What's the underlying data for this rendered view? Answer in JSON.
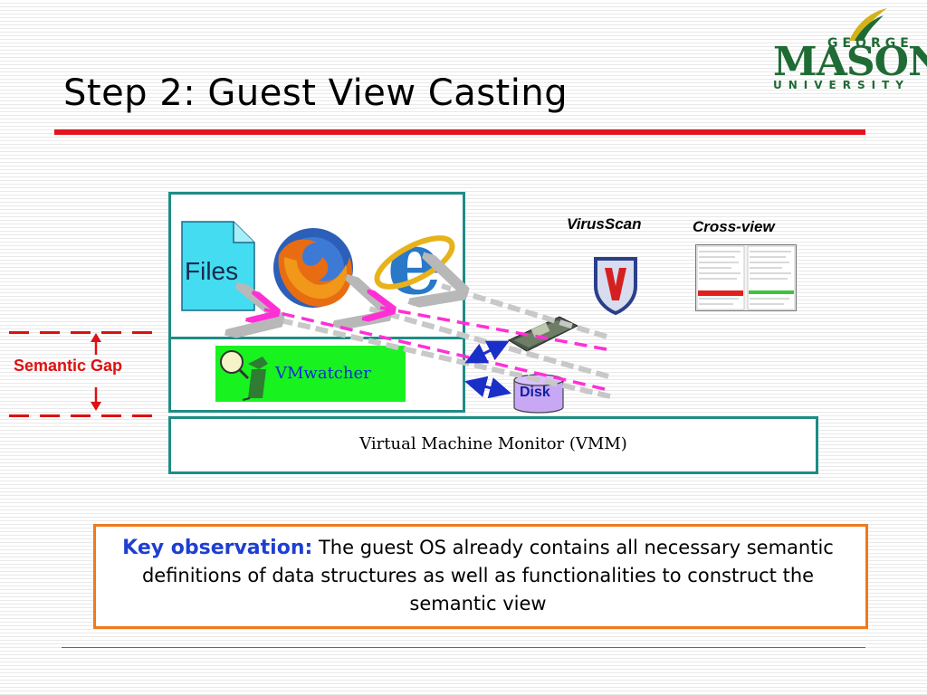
{
  "slide": {
    "title": "Step 2: Guest View Casting"
  },
  "logo": {
    "line1": "GEORGE",
    "line2": "MASON",
    "line3": "UNIVERSITY",
    "color": "#1f6b35"
  },
  "diagram": {
    "files_label": "Files",
    "vmwatcher_label": "VMwatcher",
    "vmm_label": "Virtual Machine Monitor (VMM)",
    "semantic_gap_label": "Semantic Gap",
    "virusscan_label": "VirusScan",
    "crossview_label": "Cross-view",
    "disk_label": "Disk",
    "colors": {
      "box_border": "#1e8c86",
      "vmwatcher_bg": "#18f21f",
      "semantic_gap": "#dd1111",
      "magenta_arrow": "#ff2fd6",
      "key_border": "#f07a1c"
    }
  },
  "key_observation": {
    "heading": "Key observation:",
    "body": " The guest OS already contains all necessary semantic definitions of data structures as well as functionalities to construct the semantic view"
  }
}
